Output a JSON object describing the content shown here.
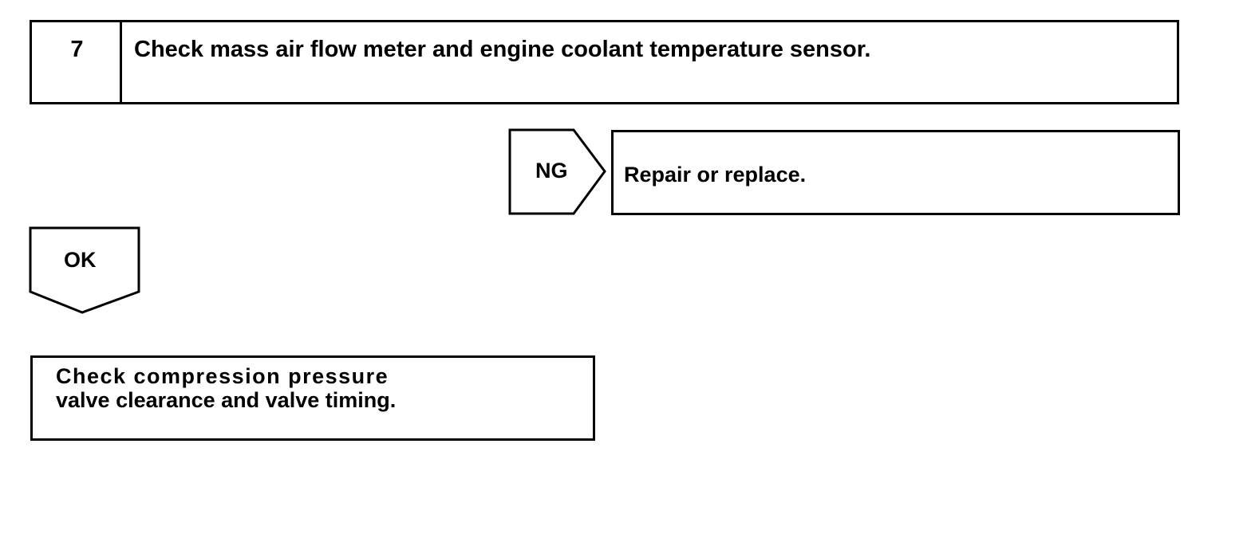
{
  "step": {
    "number": "7",
    "title": "Check mass air flow meter and engine coolant temperature sensor."
  },
  "ng_branch": {
    "tag": "NG",
    "action": "Repair or replace."
  },
  "ok_branch": {
    "tag": "OK"
  },
  "next_step": {
    "line1": "Check compression pressure",
    "line2": "valve clearance and valve timing."
  }
}
